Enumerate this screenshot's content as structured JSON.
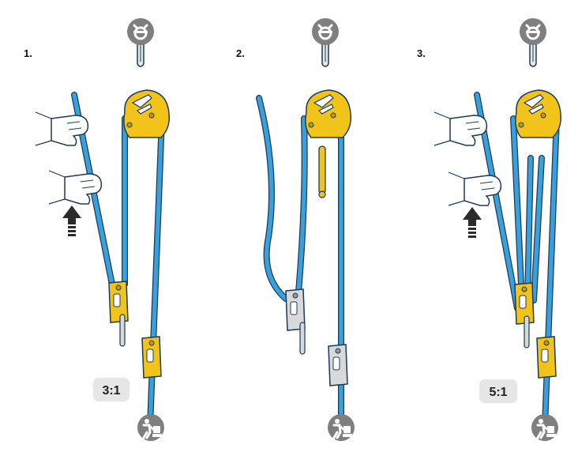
{
  "steps": [
    {
      "number": "1.",
      "ratio": "3:1"
    },
    {
      "number": "2.",
      "ratio": ""
    },
    {
      "number": "3.",
      "ratio": "5:1"
    }
  ],
  "icons": {
    "anchor": "anchor-icon",
    "load": "load-person-icon",
    "pull": "pull-arrow-icon",
    "hand": "hand-icon"
  },
  "colors": {
    "rope": "#3aa0db",
    "rope_outline": "#1b3b57",
    "device_yellow": "#f2c318",
    "device_grey": "#d9d9d9",
    "icon_grey": "#7f7f7f",
    "badge_bg": "#e6e6e6"
  }
}
